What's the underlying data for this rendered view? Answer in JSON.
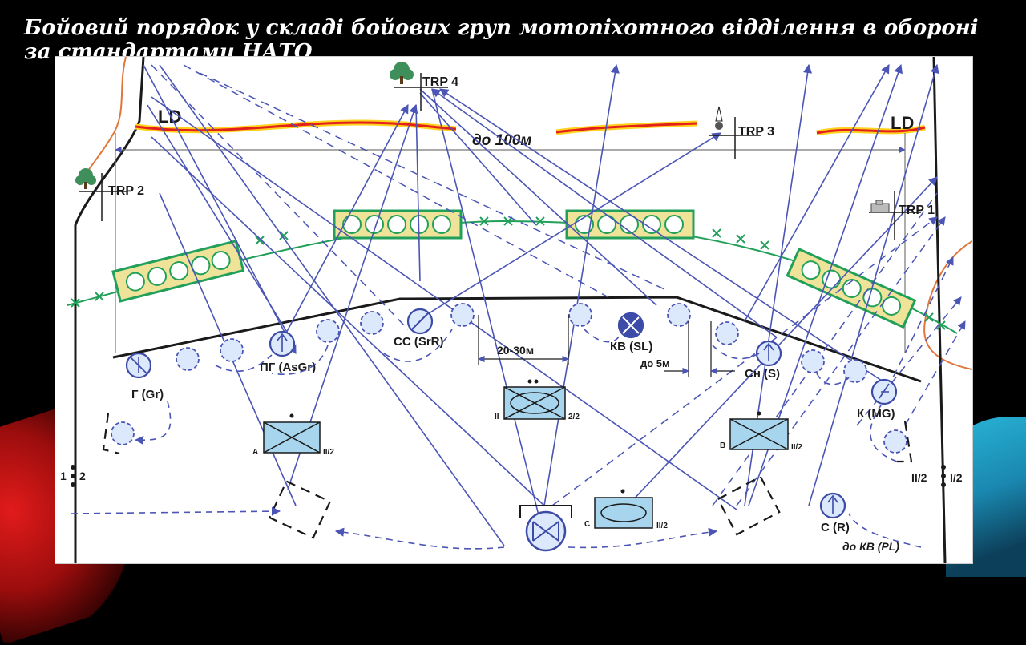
{
  "slide": {
    "title": "Бойовий порядок у складі бойових груп мотопіхотного відділення в обороні за стандартами НАТО"
  },
  "colors": {
    "frame_line": "#1a1a1a",
    "fire_lines": "#4a55b5",
    "obstacle_green": "#22a05a",
    "trench_fill": "#efe39a",
    "ld_line": "#e3201b",
    "ld_glow": "#ffd21e",
    "terrain": "#e0763a",
    "vehicle_fill": "#a8d5ee",
    "position_fill": "#dce8fb"
  },
  "icons": [
    "tree-icon",
    "signpost-icon",
    "vehicle-icon",
    "fire-team-icon",
    "machine-gun-icon"
  ],
  "diagram": {
    "ld_left": "LD",
    "ld_right": "LD",
    "distance_front": "до 100м",
    "distance_spacing": "20-30м",
    "distance_small": "до 5м",
    "trp1": "TRP 1",
    "trp2": "TRP 2",
    "trp3": "TRP 3",
    "trp4": "TRP 4",
    "positions": {
      "gr": "Г (Gr)",
      "asgr": "ПГ (AsGr)",
      "srr": "СС (SrR)",
      "sl": "КВ (SL)",
      "s": "Сн (S)",
      "mg": "К (MG)",
      "r": "С (R)"
    },
    "vehicles": {
      "a_left": "A",
      "a_right": "II/2",
      "center_left": "II",
      "center_right": "2/2",
      "b_left": "B",
      "b_right": "II/2",
      "c_left": "C",
      "c_right": "II/2"
    },
    "boundary_left": "1",
    "boundary_left_2": "2",
    "boundary_right": "II/2",
    "boundary_right_2": "I/2",
    "to_sl_note": "до КВ (PL)"
  }
}
